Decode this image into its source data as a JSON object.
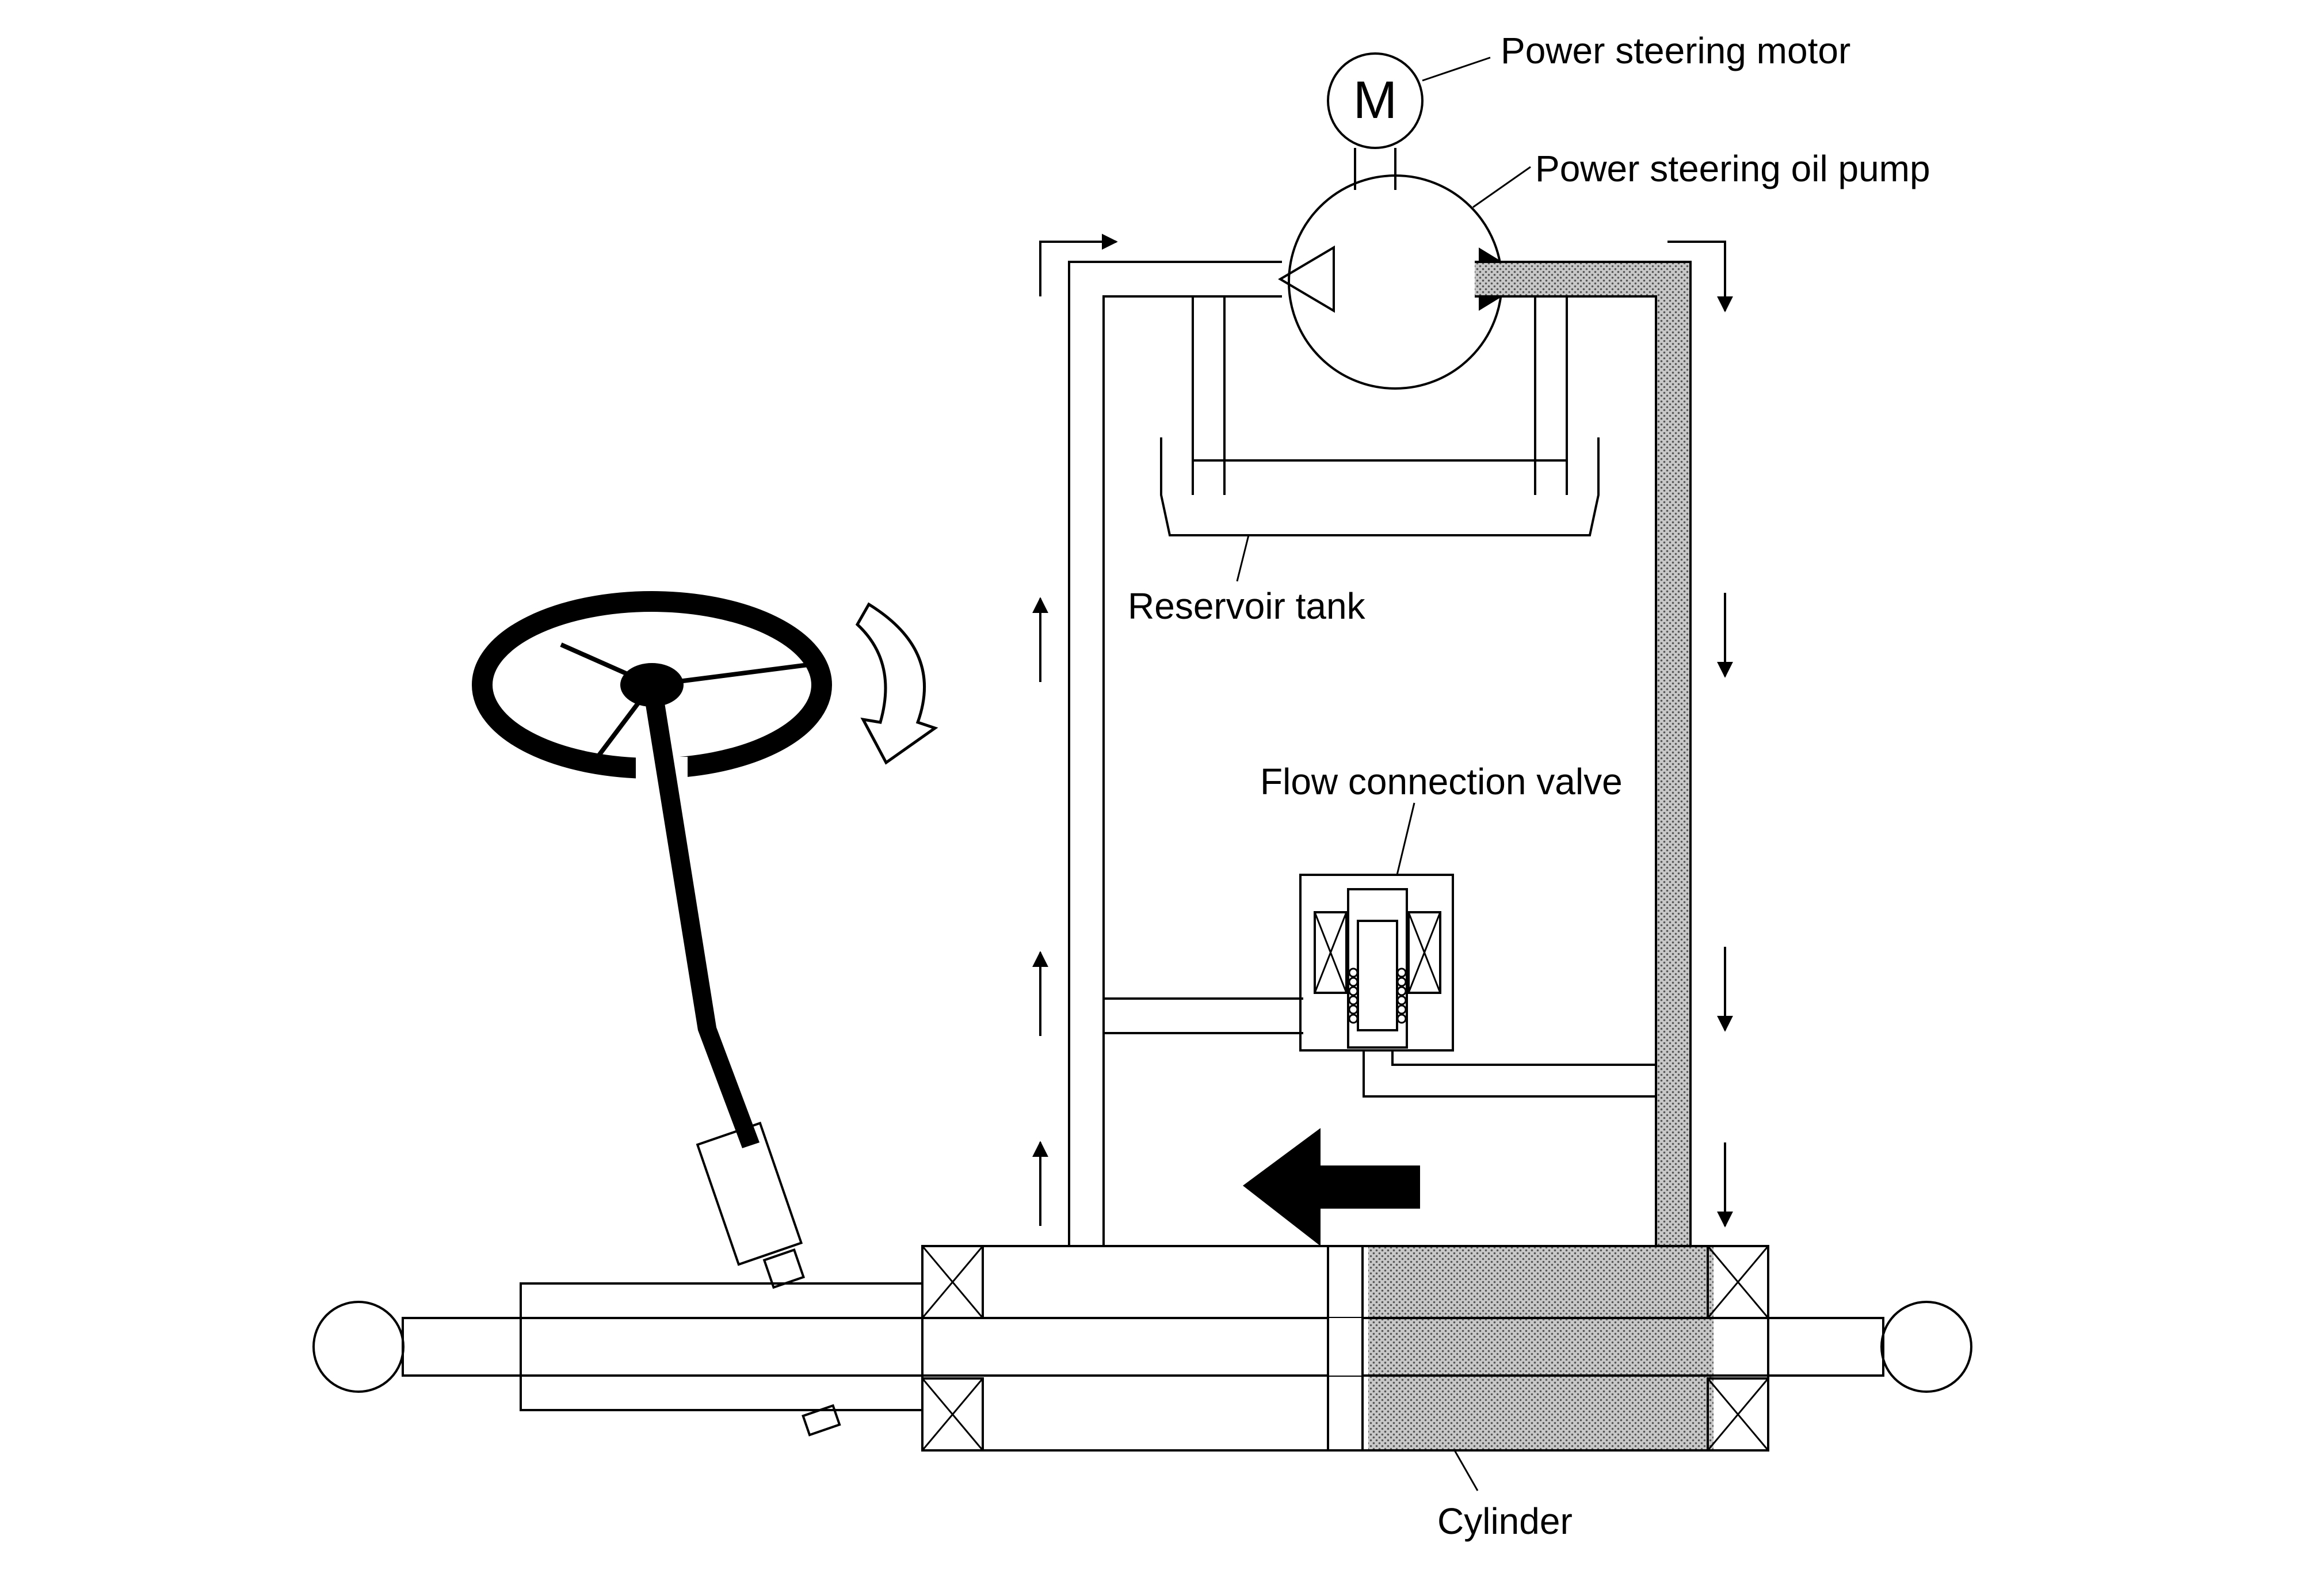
{
  "labels": {
    "motor": "Power steering motor",
    "pump": "Power steering oil pump",
    "reservoir": "Reservoir tank",
    "valve": "Flow connection valve",
    "cylinder": "Cylinder",
    "motor_symbol": "M"
  },
  "colors": {
    "line": "#000000",
    "pressure_fill": "#9a9a9a",
    "background": "#ffffff"
  },
  "icons": {
    "steering_rotation": "curved-arrow-clockwise-icon",
    "rack_motion": "left-arrow-icon",
    "flow_direction": "small-arrow-icon"
  }
}
